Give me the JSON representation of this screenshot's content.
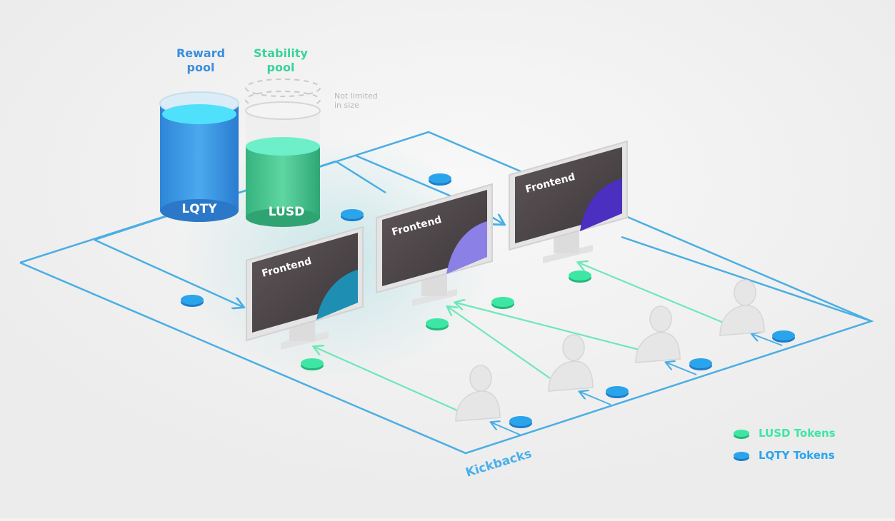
{
  "pools": {
    "reward": {
      "title_line1": "Reward",
      "title_line2": "pool",
      "token": "LQTY"
    },
    "stability": {
      "title_line1": "Stability",
      "title_line2": "pool",
      "token": "LUSD",
      "note_line1": "Not limited",
      "note_line2": "in size"
    }
  },
  "frontends": [
    {
      "label": "Frontend"
    },
    {
      "label": "Frontend"
    },
    {
      "label": "Frontend"
    }
  ],
  "kickbacks_label": "Kickbacks",
  "legend": [
    {
      "label": "LUSD Tokens",
      "color": "#3ee6a4"
    },
    {
      "label": "LQTY Tokens",
      "color": "#2aa4ea"
    }
  ],
  "colors": {
    "line": "#4aaee4",
    "lusd_arrow": "#6ee8b8",
    "reward_title": "#3a8fdc",
    "stability_title": "#39d49b",
    "note": "#b8b8b8",
    "kickbacks": "#4ab0ea"
  }
}
